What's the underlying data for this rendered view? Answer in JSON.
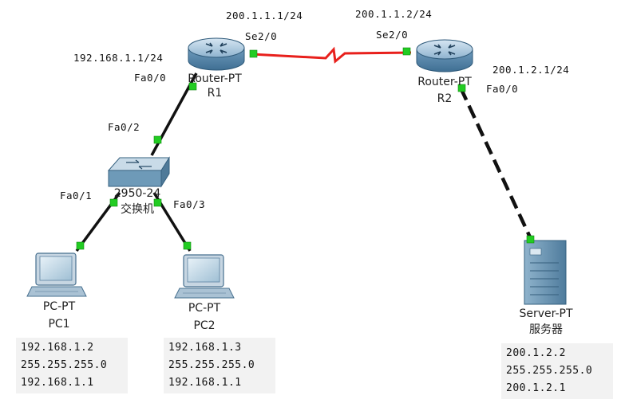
{
  "devices": {
    "r1": {
      "model": "Router-PT",
      "name": "R1"
    },
    "r2": {
      "model": "Router-PT",
      "name": "R2"
    },
    "switch": {
      "model": "2950-24",
      "name": "交换机"
    },
    "pc1": {
      "model": "PC-PT",
      "name": "PC1"
    },
    "pc2": {
      "model": "PC-PT",
      "name": "PC2"
    },
    "server": {
      "model": "Server-PT",
      "name": "服务器"
    }
  },
  "interfaces": {
    "r1_se": {
      "ip": "200.1.1.1/24",
      "port": "Se2/0"
    },
    "r2_se": {
      "ip": "200.1.1.2/24",
      "port": "Se2/0"
    },
    "r1_fa": {
      "ip": "192.168.1.1/24",
      "port": "Fa0/0"
    },
    "r2_fa": {
      "ip": "200.1.2.1/24",
      "port": "Fa0/0"
    },
    "sw_uplink": {
      "port": "Fa0/2"
    },
    "sw_pc1": {
      "port": "Fa0/1"
    },
    "sw_pc2": {
      "port": "Fa0/3"
    }
  },
  "configs": {
    "pc1": [
      "192.168.1.2",
      "255.255.255.0",
      "192.168.1.1"
    ],
    "pc2": [
      "192.168.1.3",
      "255.255.255.0",
      "192.168.1.1"
    ],
    "server": [
      "200.1.2.2",
      "255.255.255.0",
      "200.1.2.1"
    ]
  },
  "colors": {
    "serial_link": "#e8201c",
    "ethernet_link": "#111111",
    "link_up_dot": "#22cc22",
    "router_body": "#6f9bbd",
    "switch_body": "#6e9ab8",
    "config_bg": "#f2f2f2"
  }
}
